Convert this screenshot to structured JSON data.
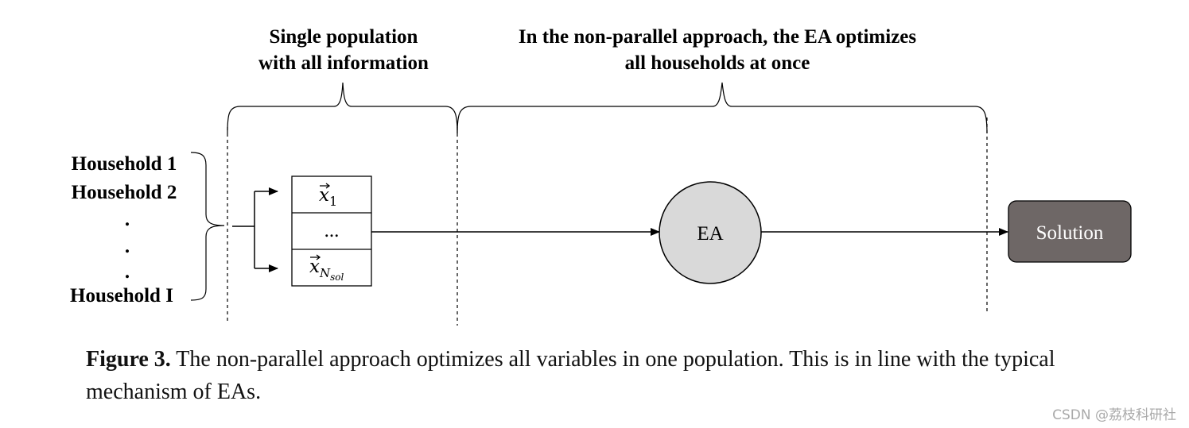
{
  "header": {
    "left_line1": "Single population",
    "left_line2": "with all information",
    "right_line1": "In the non-parallel approach, the EA optimizes",
    "right_line2": "all households at once"
  },
  "households": {
    "item1": "Household 1",
    "item2": "Household 2",
    "dot": ".",
    "last": "Household I"
  },
  "population": {
    "row1_base": "x",
    "row1_sub": "1",
    "row2": "...",
    "row3_base": "x",
    "row3_sub": "N",
    "row3_subsub": "sol"
  },
  "nodes": {
    "ea": "EA",
    "solution": "Solution"
  },
  "caption": {
    "figure_label": "Figure 3.",
    "text": " The non-parallel approach optimizes all variables in one population. This is in line with the typical mechanism of EAs."
  },
  "watermark": "CSDN @荔枝科研社",
  "colors": {
    "ea_fill": "#d9d9d9",
    "solution_fill": "#6e6766",
    "solution_text": "#ffffff"
  }
}
